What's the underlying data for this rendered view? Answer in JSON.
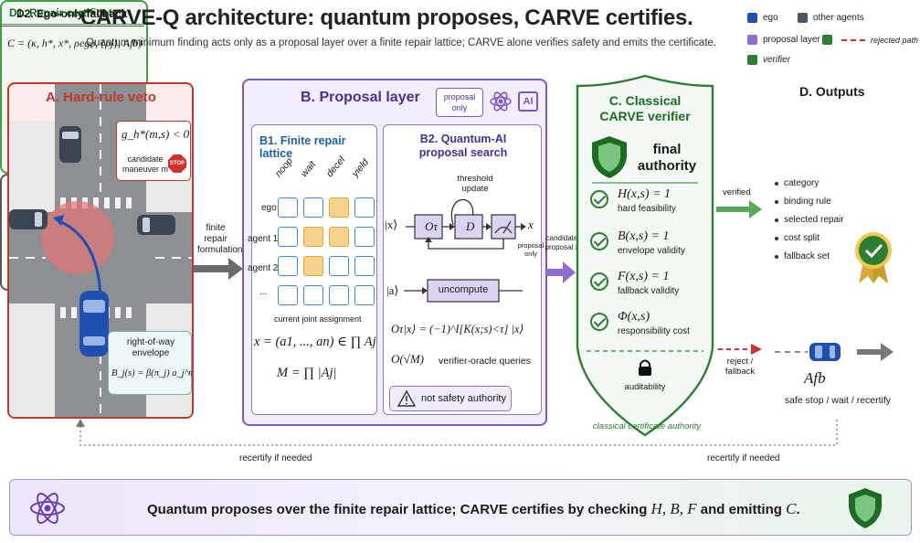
{
  "header": {
    "title": "CARVE-Q architecture: quantum proposes, CARVE certifies.",
    "subtitle": "Quantum minimum finding acts only as a proposal layer over a finite repair lattice; CARVE alone verifies safety and emits the certificate."
  },
  "legend": {
    "ego": "ego",
    "other_agents": "other agents",
    "proposal_layer": "proposal layer",
    "verifier": "verifier",
    "rejected_path": "rejected path",
    "colors": {
      "ego": "#1f4fb0",
      "other_agents": "#4a5560",
      "proposal_layer": "#8e6fd0",
      "verifier": "#2e7d32",
      "rejected": "#d32f2f"
    }
  },
  "panelA": {
    "title": "A. Hard-rule veto",
    "rule": "g_h*(m,s) < 0",
    "candidate": "candidate maneuver m",
    "stop": "STOP",
    "envelope_label": "right-of-way envelope",
    "envelope_formula": "B_j(s) = β(π_j) a_j^max(s)"
  },
  "arrow_AB": {
    "label1": "finite",
    "label2": "repair",
    "label3": "formulation"
  },
  "panelB": {
    "title": "B. Proposal layer",
    "badge": "proposal only",
    "b1": {
      "title": "B1. Finite repair lattice",
      "columns": [
        "noop",
        "wait",
        "decel",
        "yield"
      ],
      "rows": [
        "ego",
        "agent 1",
        "agent 2",
        "..."
      ],
      "caption": "current joint assignment",
      "formula1": "x = (a1, ..., an) ∈ ∏ Aj",
      "formula2": "M = ∏ |Aj|"
    },
    "b2": {
      "title1": "B2. Quantum-AI",
      "title2": "proposal search",
      "threshold": "threshold update",
      "ket_x": "|x⟩",
      "ket_a": "|a⟩",
      "O": "Oτ",
      "D": "D",
      "out": "x",
      "proposal_only": "proposal only",
      "uncompute": "uncompute",
      "oracle": "Oτ|x⟩ = (−1)^I[K(x;s)<τ] |x⟩",
      "complexity": "O(√M)",
      "queries": "verifier-oracle queries",
      "warning": "not safety authority"
    }
  },
  "arrow_BC": {
    "label1": "candidate",
    "label2": "proposal x"
  },
  "panelC": {
    "title1": "C. Classical",
    "title2": "CARVE verifier",
    "authority1": "final",
    "authority2": "authority",
    "checks": [
      {
        "formula": "H(x,s) = 1",
        "label": "hard feasibility"
      },
      {
        "formula": "B(x,s) = 1",
        "label": "envelope validity"
      },
      {
        "formula": "F(x,s) = 1",
        "label": "fallback validity"
      },
      {
        "formula": "Φ(x,s)",
        "label": "responsibility cost"
      }
    ],
    "audit": "auditability",
    "footer": "classical certificate authority"
  },
  "panelD": {
    "title": "D. Outputs",
    "verified": "verified",
    "reject1": "reject /",
    "reject2": "fallback",
    "d1": {
      "title": "D1. Repair certificate",
      "formula": "C = (κ, h*, x*, ρego, {ρj}, Afb)",
      "items": [
        "category",
        "binding rule",
        "selected repair",
        "cost split",
        "fallback set"
      ]
    },
    "d2": {
      "title": "D2. Ego-only fallback",
      "symbol": "Afb",
      "caption": "safe stop / wait / recertify"
    }
  },
  "loop": {
    "left": "recertify if needed",
    "right": "recertify if needed"
  },
  "footer": {
    "text1": "Quantum proposes over the finite repair lattice; CARVE certifies by checking ",
    "math": "H, B, F",
    "text2": " and emitting ",
    "math2": "C",
    "text3": "."
  }
}
